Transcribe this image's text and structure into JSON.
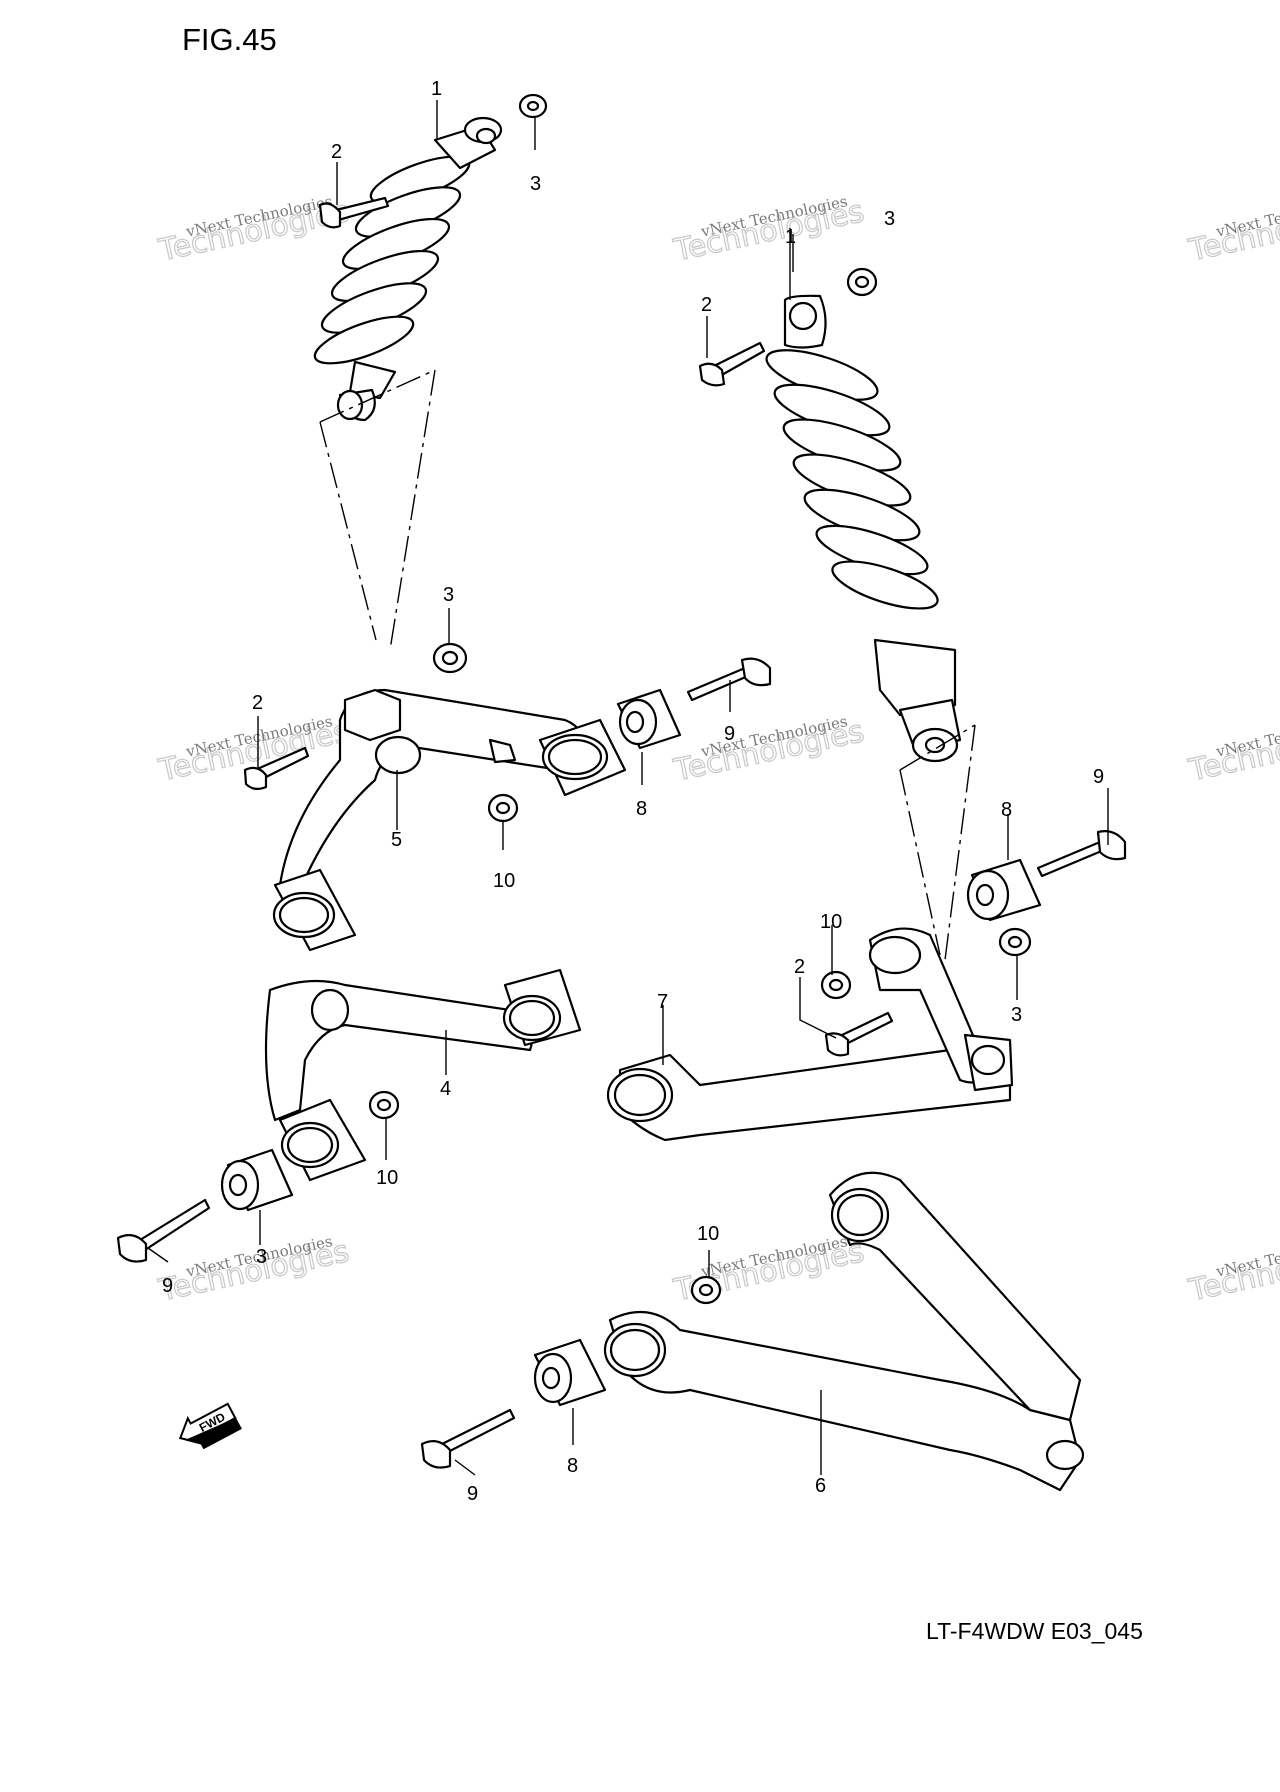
{
  "figure": {
    "title": "FIG.45",
    "model_code": "LT-F4WDW E03_045"
  },
  "watermark": {
    "line1": "vNext Technologies",
    "line2": "Technologies",
    "line0": "vNext"
  },
  "fwd_label": "FWD",
  "callouts": {
    "c1a": "1",
    "c1b": "1",
    "c2a": "2",
    "c2b": "2",
    "c2c": "2",
    "c2d": "2",
    "c3a": "3",
    "c3b": "3",
    "c3c": "3",
    "c3d": "3",
    "c3e": "3",
    "c4": "4",
    "c5": "5",
    "c6": "6",
    "c7": "7",
    "c8a": "8",
    "c8b": "8",
    "c8c": "8",
    "c9a": "9",
    "c9b": "9",
    "c9c": "9",
    "c9d": "9",
    "c10a": "10",
    "c10b": "10",
    "c10c": "10",
    "c10d": "10"
  },
  "icons": [
    "fwd-arrow-icon"
  ]
}
